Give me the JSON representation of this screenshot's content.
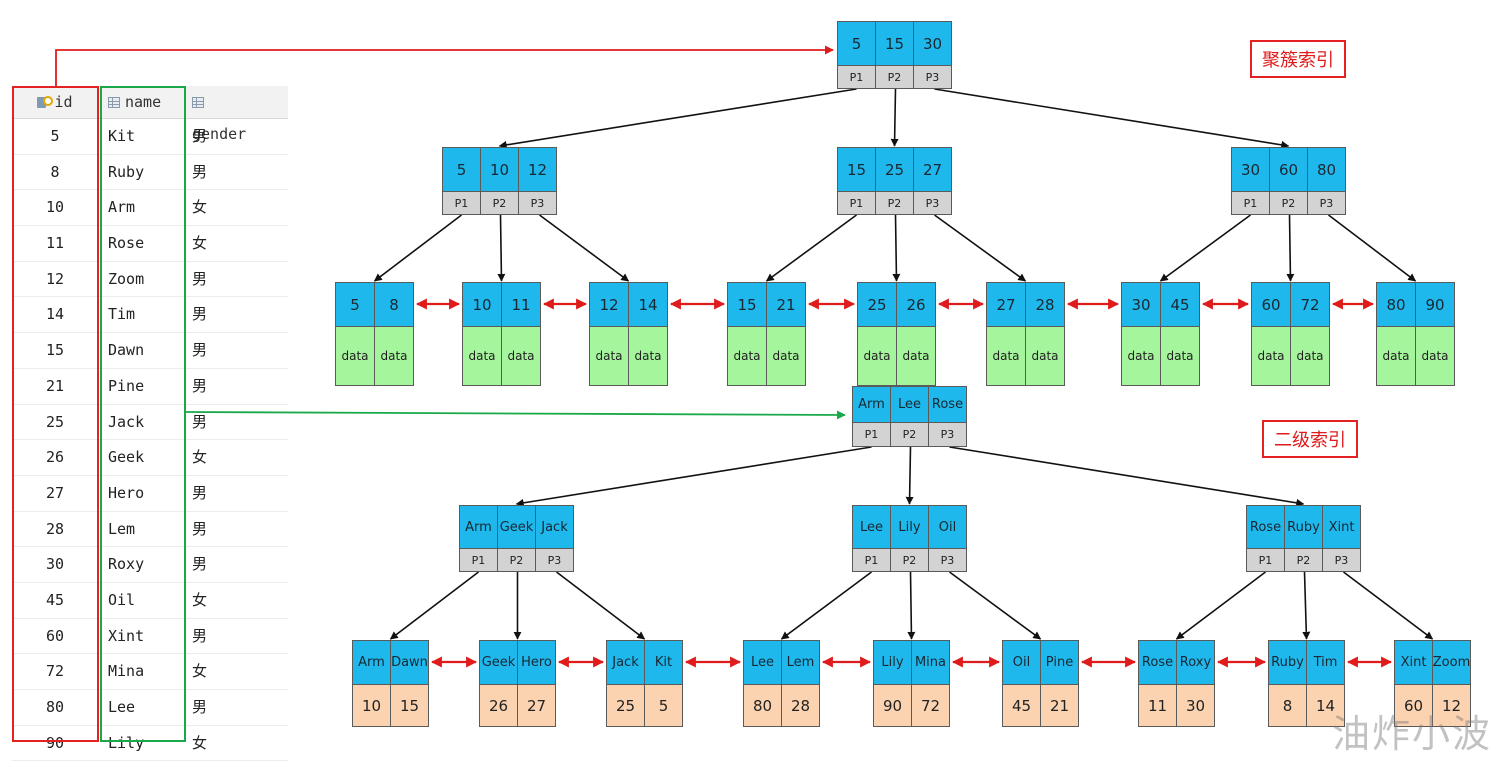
{
  "table": {
    "headers": {
      "id": "id",
      "name": "name",
      "gender": "gender"
    },
    "rows": [
      {
        "id": "5",
        "name": "Kit",
        "gender": "男"
      },
      {
        "id": "8",
        "name": "Ruby",
        "gender": "男"
      },
      {
        "id": "10",
        "name": "Arm",
        "gender": "女"
      },
      {
        "id": "11",
        "name": "Rose",
        "gender": "女"
      },
      {
        "id": "12",
        "name": "Zoom",
        "gender": "男"
      },
      {
        "id": "14",
        "name": "Tim",
        "gender": "男"
      },
      {
        "id": "15",
        "name": "Dawn",
        "gender": "男"
      },
      {
        "id": "21",
        "name": "Pine",
        "gender": "男"
      },
      {
        "id": "25",
        "name": "Jack",
        "gender": "男"
      },
      {
        "id": "26",
        "name": "Geek",
        "gender": "女"
      },
      {
        "id": "27",
        "name": "Hero",
        "gender": "男"
      },
      {
        "id": "28",
        "name": "Lem",
        "gender": "男"
      },
      {
        "id": "30",
        "name": "Roxy",
        "gender": "男"
      },
      {
        "id": "45",
        "name": "Oil",
        "gender": "女"
      },
      {
        "id": "60",
        "name": "Xint",
        "gender": "男"
      },
      {
        "id": "72",
        "name": "Mina",
        "gender": "女"
      },
      {
        "id": "80",
        "name": "Lee",
        "gender": "男"
      },
      {
        "id": "90",
        "name": "Lily",
        "gender": "女"
      }
    ]
  },
  "clustered": {
    "label": "聚簇索引",
    "root": {
      "keys": [
        "5",
        "15",
        "30"
      ],
      "ptrs": [
        "P1",
        "P2",
        "P3"
      ]
    },
    "inner": [
      {
        "keys": [
          "5",
          "10",
          "12"
        ],
        "ptrs": [
          "P1",
          "P2",
          "P3"
        ]
      },
      {
        "keys": [
          "15",
          "25",
          "27"
        ],
        "ptrs": [
          "P1",
          "P2",
          "P3"
        ]
      },
      {
        "keys": [
          "30",
          "60",
          "80"
        ],
        "ptrs": [
          "P1",
          "P2",
          "P3"
        ]
      }
    ],
    "leaves": [
      {
        "keys": [
          "5",
          "8"
        ],
        "vals": [
          "data",
          "data"
        ]
      },
      {
        "keys": [
          "10",
          "11"
        ],
        "vals": [
          "data",
          "data"
        ]
      },
      {
        "keys": [
          "12",
          "14"
        ],
        "vals": [
          "data",
          "data"
        ]
      },
      {
        "keys": [
          "15",
          "21"
        ],
        "vals": [
          "data",
          "data"
        ]
      },
      {
        "keys": [
          "25",
          "26"
        ],
        "vals": [
          "data",
          "data"
        ]
      },
      {
        "keys": [
          "27",
          "28"
        ],
        "vals": [
          "data",
          "data"
        ]
      },
      {
        "keys": [
          "30",
          "45"
        ],
        "vals": [
          "data",
          "data"
        ]
      },
      {
        "keys": [
          "60",
          "72"
        ],
        "vals": [
          "data",
          "data"
        ]
      },
      {
        "keys": [
          "80",
          "90"
        ],
        "vals": [
          "data",
          "data"
        ]
      }
    ]
  },
  "secondary": {
    "label": "二级索引",
    "root": {
      "keys": [
        "Arm",
        "Lee",
        "Rose"
      ],
      "ptrs": [
        "P1",
        "P2",
        "P3"
      ]
    },
    "inner": [
      {
        "keys": [
          "Arm",
          "Geek",
          "Jack"
        ],
        "ptrs": [
          "P1",
          "P2",
          "P3"
        ]
      },
      {
        "keys": [
          "Lee",
          "Lily",
          "Oil"
        ],
        "ptrs": [
          "P1",
          "P2",
          "P3"
        ]
      },
      {
        "keys": [
          "Rose",
          "Ruby",
          "Xint"
        ],
        "ptrs": [
          "P1",
          "P2",
          "P3"
        ]
      }
    ],
    "leaves": [
      {
        "keys": [
          "Arm",
          "Dawn"
        ],
        "vals": [
          "10",
          "15"
        ]
      },
      {
        "keys": [
          "Geek",
          "Hero"
        ],
        "vals": [
          "26",
          "27"
        ]
      },
      {
        "keys": [
          "Jack",
          "Kit"
        ],
        "vals": [
          "25",
          "5"
        ]
      },
      {
        "keys": [
          "Lee",
          "Lem"
        ],
        "vals": [
          "80",
          "28"
        ]
      },
      {
        "keys": [
          "Lily",
          "Mina"
        ],
        "vals": [
          "90",
          "72"
        ]
      },
      {
        "keys": [
          "Oil",
          "Pine"
        ],
        "vals": [
          "45",
          "21"
        ]
      },
      {
        "keys": [
          "Rose",
          "Roxy"
        ],
        "vals": [
          "11",
          "30"
        ]
      },
      {
        "keys": [
          "Ruby",
          "Tim"
        ],
        "vals": [
          "8",
          "14"
        ]
      },
      {
        "keys": [
          "Xint",
          "Zoom"
        ],
        "vals": [
          "60",
          "12"
        ]
      }
    ]
  },
  "watermark": "油炸小波",
  "colors": {
    "key_fill": "#1eb8ec",
    "ptr_fill": "#d3d3d3",
    "clustered_leaf_fill": "#a5f59c",
    "secondary_leaf_fill": "#fbd3b1",
    "id_highlight": "#e52222",
    "name_highlight": "#19a94a"
  }
}
